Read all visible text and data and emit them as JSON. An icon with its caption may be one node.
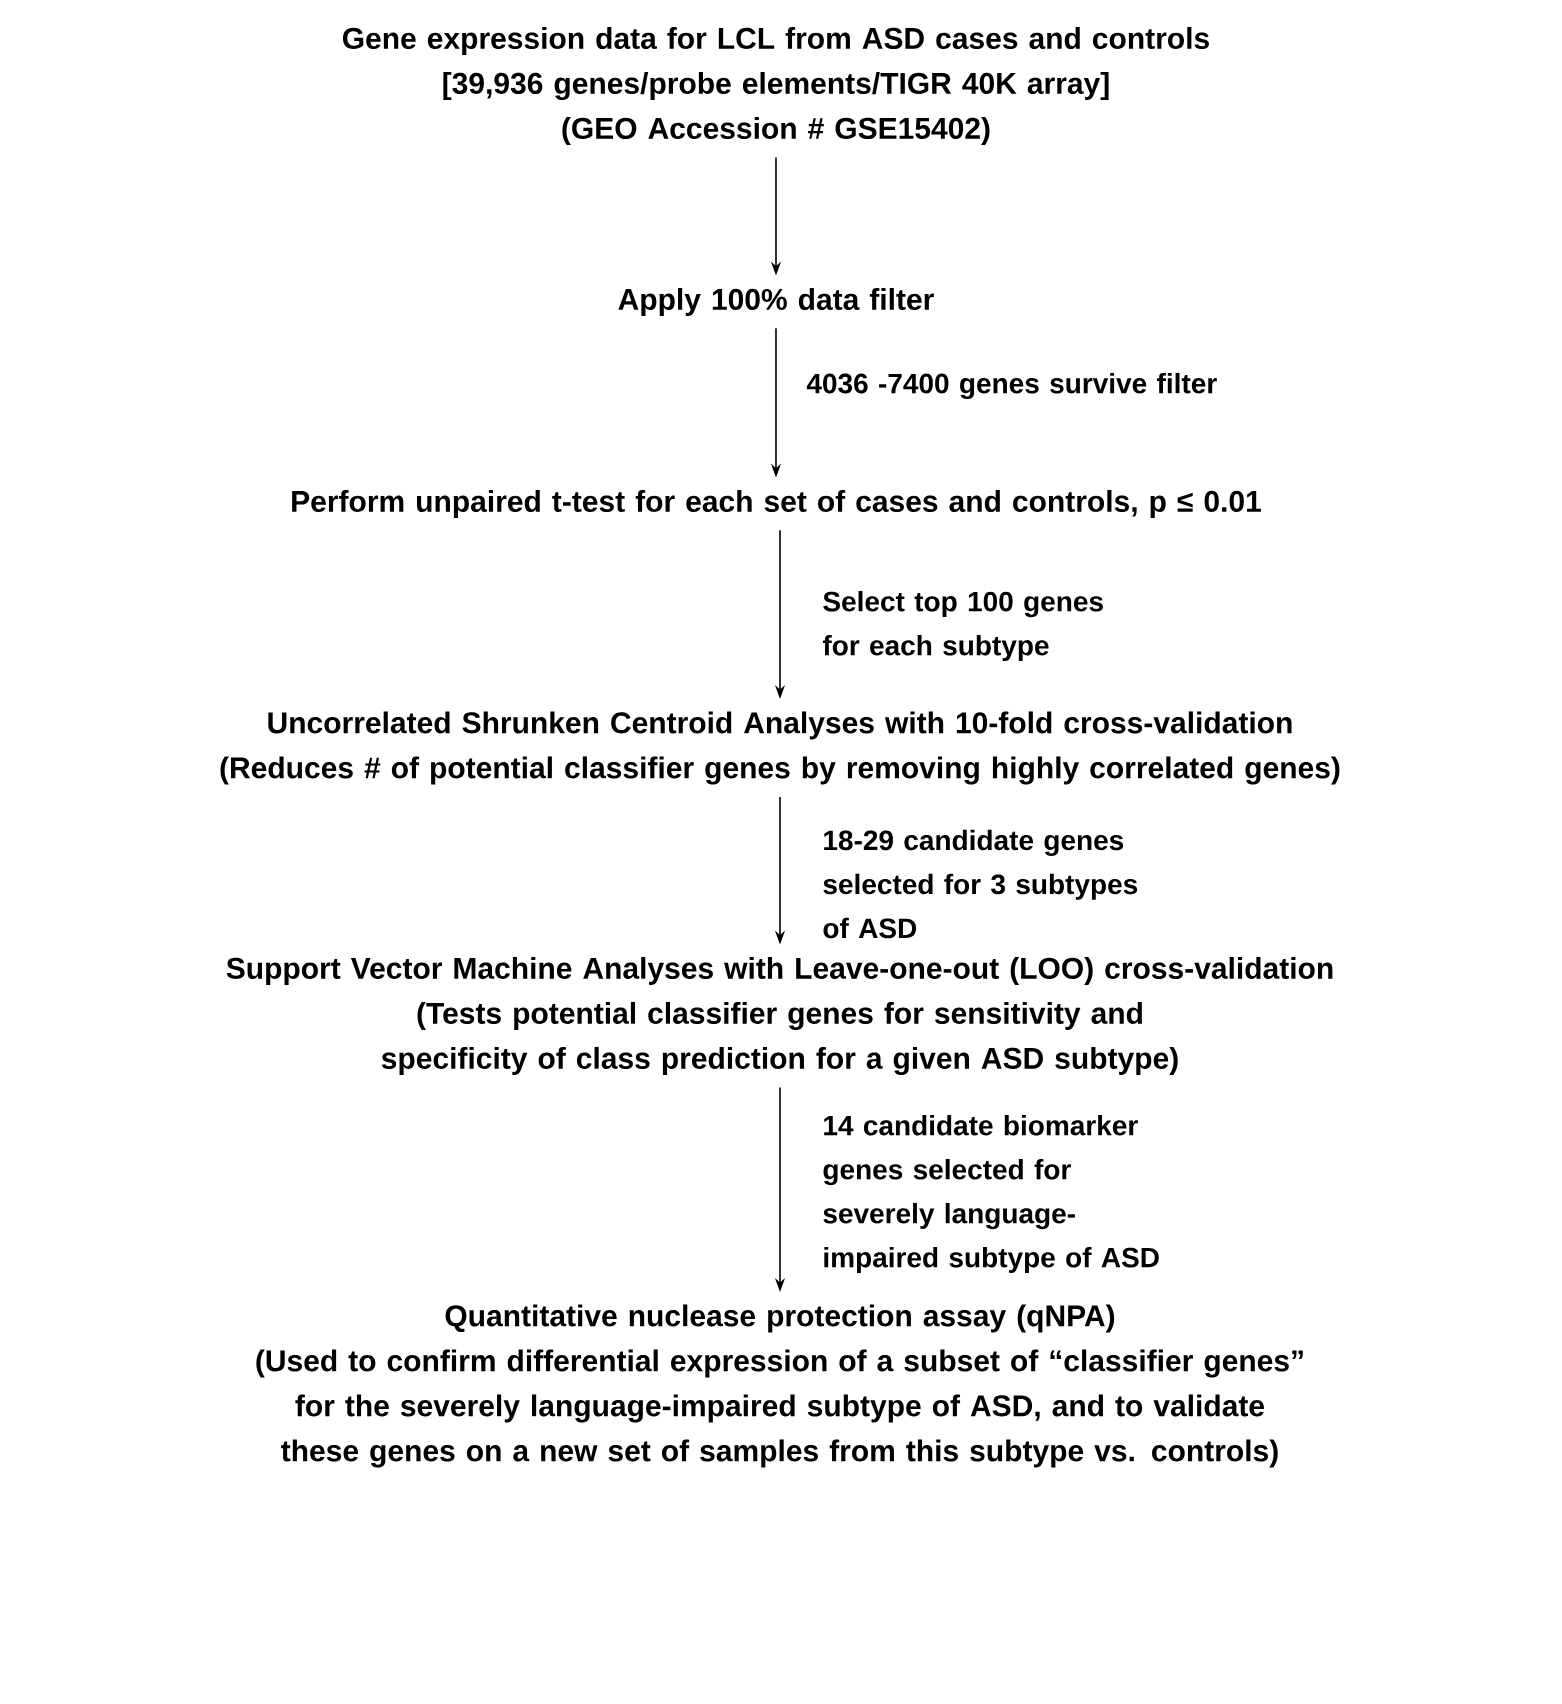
{
  "diagram": {
    "nodes": [
      {
        "text": [
          "Gene expression data for LCL from ASD cases and controls",
          "[39,936 genes/probe elements/TIGR 40K array]",
          "(GEO Accession # GSE15402)"
        ]
      },
      {
        "text": [
          "Apply 100% data filter"
        ]
      },
      {
        "text": [
          "Perform unpaired t-test for each set of cases and controls, p ≤ 0.01"
        ]
      },
      {
        "text": [
          "Uncorrelated Shrunken Centroid Analyses with 10-fold cross-validation",
          "(Reduces # of potential classifier genes by removing highly correlated genes)"
        ]
      },
      {
        "text": [
          "Support Vector Machine Analyses with Leave-one-out (LOO) cross-validation",
          "(Tests potential classifier genes for sensitivity and specificity of class prediction for a given ASD subtype)"
        ]
      },
      {
        "text": [
          "Quantitative nuclease protection assay (qNPA)",
          "(Used to confirm differential expression of a subset of “classifier genes” for the severely language-impaired subtype of ASD, and to validate these genes on a new set of samples from this subtype vs. controls)"
        ]
      }
    ],
    "edges": [
      {
        "from": 0,
        "to": 1,
        "arrow": "to"
      },
      {
        "from": 1,
        "to": 2,
        "arrow": "to",
        "label": "4036 -7400 genes survive filter"
      },
      {
        "from": 2,
        "to": 3,
        "arrow": "to",
        "label": "Select top 100 genes for each subtype"
      },
      {
        "from": 3,
        "to": 4,
        "arrow": "to",
        "label": "18-29 candidate genes selected for 3 subtypes of ASD"
      },
      {
        "from": 4,
        "to": 5,
        "arrow": "to",
        "label": "14 candidate biomarker genes selected for severely language-impaired subtype of ASD"
      }
    ]
  }
}
